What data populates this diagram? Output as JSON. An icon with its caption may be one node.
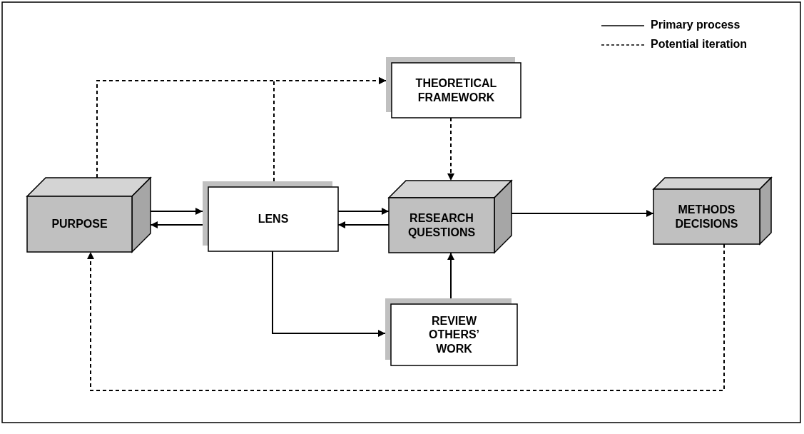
{
  "diagram": {
    "nodes": [
      {
        "text": [
          "THEORETICAL FRAMEWORK"
        ]
      },
      {
        "text": [
          "PURPOSE"
        ]
      },
      {
        "text": [
          "LENS"
        ]
      },
      {
        "text": [
          "RESEARCH QUESTIONS"
        ]
      },
      {
        "text": [
          "METHODS DECISIONS"
        ]
      },
      {
        "text": [
          "REVIEW OTHERS’ WORK"
        ]
      }
    ],
    "edges": [
      {
        "from": 1,
        "to": 2,
        "arrow": "to"
      },
      {
        "from": 2,
        "to": 1,
        "arrow": "to"
      },
      {
        "from": 2,
        "to": 3,
        "arrow": "to"
      },
      {
        "from": 3,
        "to": 2,
        "arrow": "to"
      },
      {
        "from": 3,
        "to": 4,
        "arrow": "to"
      },
      {
        "from": 2,
        "to": 5,
        "arrow": "to"
      },
      {
        "from": 5,
        "to": 3,
        "arrow": "to"
      },
      {
        "from": 0,
        "to": 3,
        "arrow": "to",
        "style": "dashed"
      },
      {
        "from": 1,
        "to": 0,
        "arrow": "to",
        "style": "dashed"
      },
      {
        "from": 2,
        "to": 0,
        "arrow": "to",
        "style": "dashed"
      },
      {
        "from": 4,
        "to": 1,
        "arrow": "to",
        "style": "dashed"
      }
    ],
    "legend": [
      {
        "text": "Primary process"
      },
      {
        "text": "Potential iteration"
      }
    ]
  }
}
